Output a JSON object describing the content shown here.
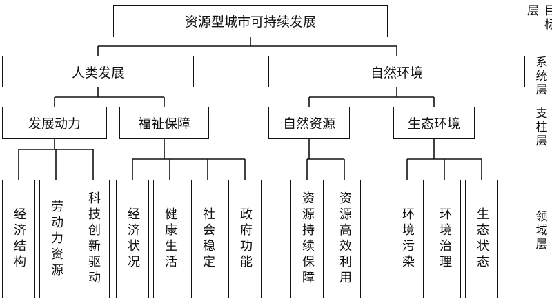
{
  "goal": {
    "label": "资源型城市可持续发展"
  },
  "systems": [
    {
      "label": "人类发展"
    },
    {
      "label": "自然环境"
    }
  ],
  "pillars": [
    {
      "label": "发展动力"
    },
    {
      "label": "福祉保障"
    },
    {
      "label": "自然资源"
    },
    {
      "label": "生态环境"
    }
  ],
  "domains": [
    {
      "label": "经济结构"
    },
    {
      "label": "劳动力资源"
    },
    {
      "label": "科技创新驱动"
    },
    {
      "label": "经济状况"
    },
    {
      "label": "健康生活"
    },
    {
      "label": "社会稳定"
    },
    {
      "label": "政府功能"
    },
    {
      "label": "资源持续保障"
    },
    {
      "label": "资源高效利用"
    },
    {
      "label": "环境污染"
    },
    {
      "label": "环境治理"
    },
    {
      "label": "生态状态"
    }
  ],
  "levels": {
    "goal": "目标层",
    "system": "系统层",
    "pillar": "支柱层",
    "domain": "领域层"
  }
}
